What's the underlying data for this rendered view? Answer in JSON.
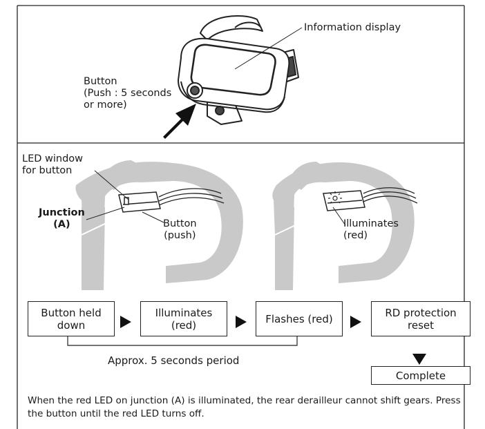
{
  "top_panel": {
    "display_label": "Information display",
    "button_label": "Button\n(Push : 5 seconds\nor more)"
  },
  "bottom_left": {
    "led_window_label": "LED window\nfor button",
    "junction_label": "Junction\n(A)",
    "button_push_label": "Button\n(push)"
  },
  "bottom_right": {
    "illuminates_label": "Illuminates\n(red)"
  },
  "flow": {
    "steps": [
      "Button held\ndown",
      "Illuminates\n(red)",
      "Flashes (red)",
      "RD protection\nreset"
    ],
    "final": "Complete",
    "period_label": "Approx. 5 seconds period"
  },
  "note": "When the red LED on junction (A) is illuminated, the rear derailleur cannot shift gears. Press the button until the red LED turns off.",
  "colors": {
    "handlebar_gray": "#c9c9c9",
    "line": "#222222"
  }
}
